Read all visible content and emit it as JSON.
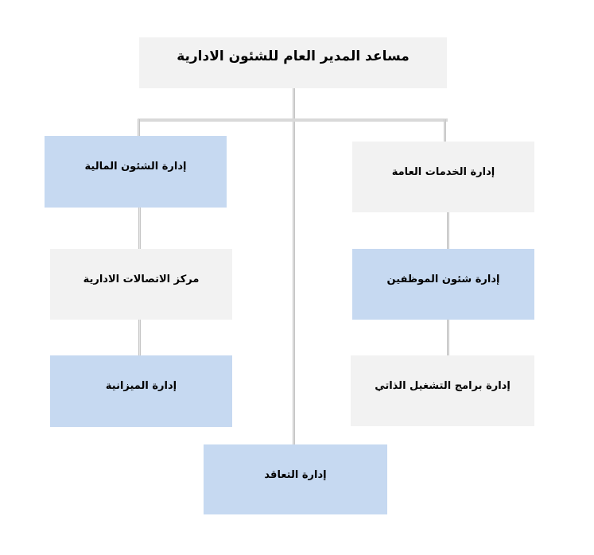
{
  "diagram": {
    "type": "org-chart",
    "colors": {
      "grey_box": "#f2f2f2",
      "blue_box": "#c6d9f1",
      "connector": "#d4d4d4",
      "text": "#000000"
    },
    "root": {
      "label": "مساعد المدير العام للشئون الادارية"
    },
    "right_branch": [
      {
        "label": "إدارة الخدمات العامة",
        "style": "grey"
      },
      {
        "label": "إدارة شئون الموظفين",
        "style": "blue"
      },
      {
        "label": "إدارة برامج التشغيل الذاتي",
        "style": "grey"
      }
    ],
    "left_branch": [
      {
        "label": "إدارة الشئون المالية",
        "style": "blue"
      },
      {
        "label": "مركز الاتصالات الادارية",
        "style": "grey"
      },
      {
        "label": "إدارة الميزانية",
        "style": "blue"
      }
    ],
    "center_branch": [
      {
        "label": "إدارة التعاقد",
        "style": "blue"
      }
    ]
  }
}
